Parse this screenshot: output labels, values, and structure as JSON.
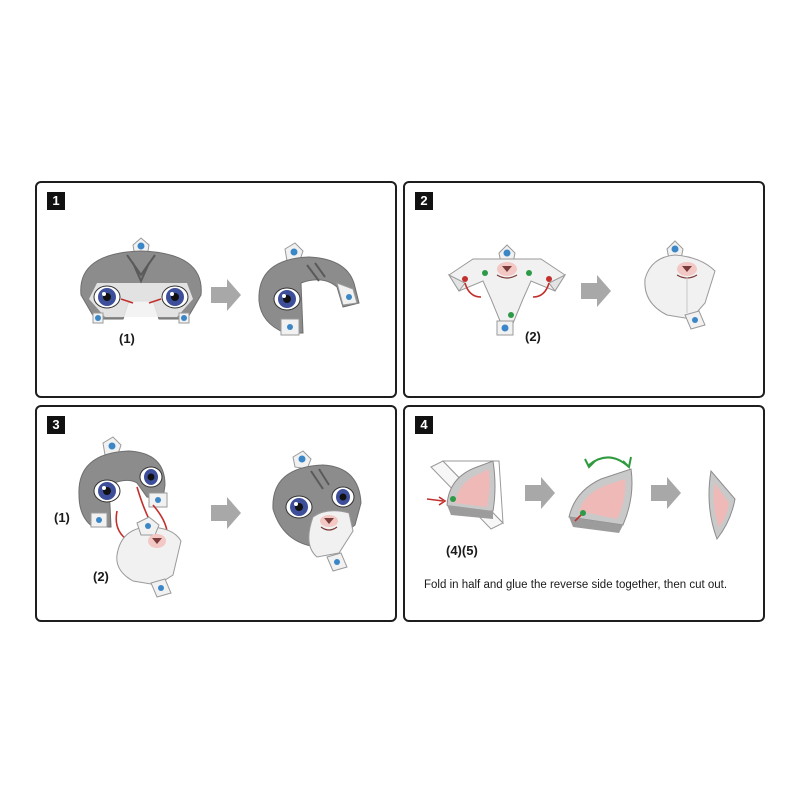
{
  "colors": {
    "border": "#1e1e1e",
    "badge": "#111111",
    "arrow": "#a8a8a8",
    "fur_gray": "#8c8c8c",
    "fur_white": "#f1f1f1",
    "eye_blue": "#3d4f9a",
    "glue_dot_blue": "#3b86c6",
    "glue_dot_green": "#2e9a48",
    "glue_dot_red": "#c2302d",
    "ear_pink": "#efb9b7",
    "rotate_arrow_green": "#2f9a3e"
  },
  "icons": [
    "right-arrow-icon",
    "curved-double-arrow-icon",
    "glue-dot-icon"
  ],
  "steps": [
    {
      "number": "1",
      "labels": [
        "(1)"
      ]
    },
    {
      "number": "2",
      "labels": [
        "(2)"
      ]
    },
    {
      "number": "3",
      "labels": [
        "(1)",
        "(2)"
      ]
    },
    {
      "number": "4",
      "labels": [
        "(4)(5)"
      ],
      "caption": "Fold in half and glue the reverse side together, then cut out."
    }
  ]
}
